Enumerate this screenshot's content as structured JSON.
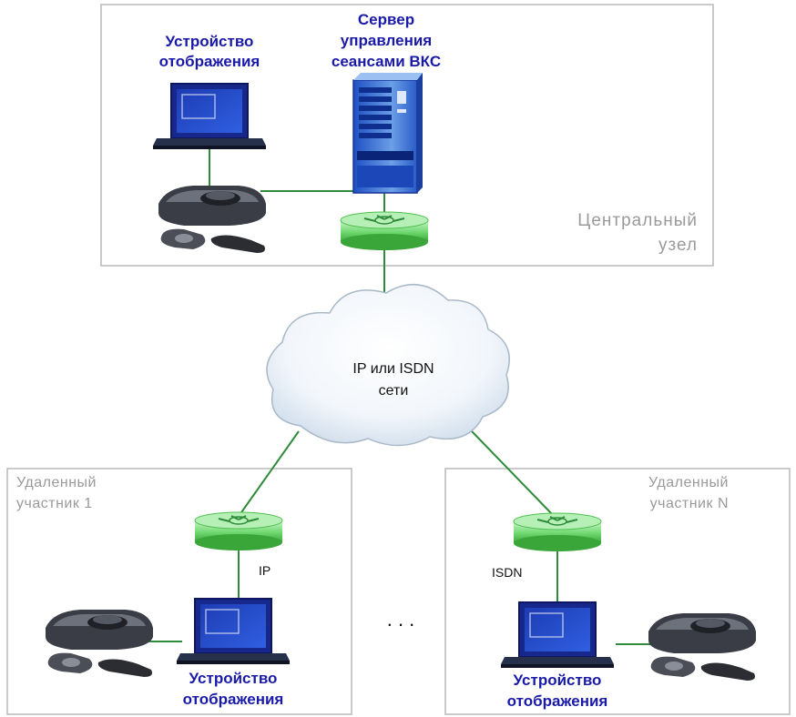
{
  "central": {
    "display_label": [
      "Устройство",
      "отображения"
    ],
    "server_label": [
      "Сервер",
      "управления",
      "сеансами ВКС"
    ],
    "node_label": [
      "Центральный",
      "узел"
    ]
  },
  "cloud": {
    "label": [
      "IP или ISDN",
      "сети"
    ]
  },
  "remote1": {
    "title": [
      "Удаленный",
      "участник 1"
    ],
    "link_label": "IP",
    "display_label": [
      "Устройство",
      "отображения"
    ]
  },
  "remoteN": {
    "title": [
      "Удаленный",
      "участник N"
    ],
    "link_label": "ISDN",
    "display_label": [
      "Устройство",
      "отображения"
    ]
  },
  "ellipsis": ". . .",
  "colors": {
    "label_blue": "#1a1aa8",
    "gray_text": "#9a9a9a",
    "box_border": "#b8b8b8",
    "link_green": "#2e8b3a",
    "router_green": "#7ee07e",
    "monitor_blue": "#1e3cb4"
  }
}
